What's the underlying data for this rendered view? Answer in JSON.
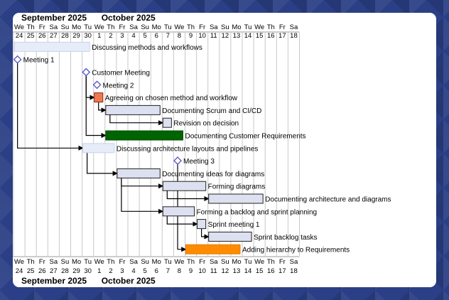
{
  "months": [
    {
      "label": "September 2025",
      "day_index": 0
    },
    {
      "label": "October 2025",
      "day_index": 7
    }
  ],
  "day_letters": [
    "We",
    "Th",
    "Fr",
    "Sa",
    "Su",
    "Mo",
    "Tu",
    "We",
    "Th",
    "Fr",
    "Sa",
    "Su",
    "Mo",
    "Tu",
    "We",
    "Th",
    "Fr",
    "Sa",
    "Su",
    "Mo",
    "Tu",
    "We",
    "Th",
    "Fr",
    "Sa"
  ],
  "day_numbers": [
    "24",
    "25",
    "26",
    "27",
    "28",
    "29",
    "30",
    "1",
    "2",
    "3",
    "4",
    "5",
    "6",
    "7",
    "8",
    "9",
    "10",
    "11",
    "12",
    "13",
    "14",
    "15",
    "16",
    "17",
    "18"
  ],
  "colors": {
    "task_default": "#dde0f0",
    "task_light": "#e6ecf8",
    "task_green": "#006400",
    "task_orange": "#ff8c00",
    "task_coral": "#f07850",
    "milestone": "#5050c8",
    "link": "#000000"
  },
  "tasks": [
    {
      "id": "t0",
      "label": "Discussing methods and workflows",
      "type": "task",
      "start": 0,
      "end": 6.6,
      "style": "light"
    },
    {
      "id": "t1",
      "label": "Meeting 1",
      "type": "milestone",
      "at": 0.35
    },
    {
      "id": "t2",
      "label": "Customer Meeting",
      "type": "milestone",
      "at": 6.35
    },
    {
      "id": "t3",
      "label": "Meeting 2",
      "type": "milestone",
      "at": 7.3
    },
    {
      "id": "t4",
      "label": "Agreeing on chosen method and workflow",
      "type": "task",
      "start": 7.0,
      "end": 7.75,
      "style": "coral"
    },
    {
      "id": "t5",
      "label": "Documenting Scrum and CI/CD",
      "type": "task",
      "start": 8.0,
      "end": 12.75,
      "style": "default"
    },
    {
      "id": "t6",
      "label": "Revision on decision",
      "type": "task",
      "start": 13.0,
      "end": 13.75,
      "style": "default"
    },
    {
      "id": "t7",
      "label": "Documenting Customer Requirements",
      "type": "task",
      "start": 8.0,
      "end": 14.75,
      "style": "green"
    },
    {
      "id": "t8",
      "label": "Discussing architecture layouts and pipelines",
      "type": "task",
      "start": 6.0,
      "end": 8.75,
      "style": "light"
    },
    {
      "id": "t9",
      "label": "Meeting 3",
      "type": "milestone",
      "at": 14.35
    },
    {
      "id": "t10",
      "label": "Documenting ideas for diagrams",
      "type": "task",
      "start": 9.0,
      "end": 12.75,
      "style": "default"
    },
    {
      "id": "t11",
      "label": "Forming diagrams",
      "type": "task",
      "start": 13.0,
      "end": 16.75,
      "style": "default"
    },
    {
      "id": "t12",
      "label": "Documenting architecture and diagrams",
      "type": "task",
      "start": 17.0,
      "end": 21.75,
      "style": "default"
    },
    {
      "id": "t13",
      "label": "Forming a backlog and sprint planning",
      "type": "task",
      "start": 13.0,
      "end": 15.75,
      "style": "default"
    },
    {
      "id": "t14",
      "label": "Sprint meeting 1",
      "type": "task",
      "start": 16.0,
      "end": 16.75,
      "style": "default"
    },
    {
      "id": "t15",
      "label": "Sprint backlog tasks",
      "type": "task",
      "start": 17.0,
      "end": 20.75,
      "style": "default"
    },
    {
      "id": "t16",
      "label": "Adding hierarchy to Requirements",
      "type": "task",
      "start": 15.0,
      "end": 19.75,
      "style": "orange"
    }
  ],
  "links": [
    {
      "from": "t1",
      "to": "t8"
    },
    {
      "from": "t2",
      "to": "t4"
    },
    {
      "from": "t2",
      "to": "t7"
    },
    {
      "from": "t4",
      "to": "t5"
    },
    {
      "from": "t5",
      "to": "t6"
    },
    {
      "from": "t8",
      "to": "t10"
    },
    {
      "from": "t10",
      "to": "t11"
    },
    {
      "from": "t10",
      "to": "t13"
    },
    {
      "from": "t11",
      "to": "t12"
    },
    {
      "from": "t13",
      "to": "t14"
    },
    {
      "from": "t14",
      "to": "t15"
    },
    {
      "from": "t9",
      "to": "t16"
    }
  ]
}
